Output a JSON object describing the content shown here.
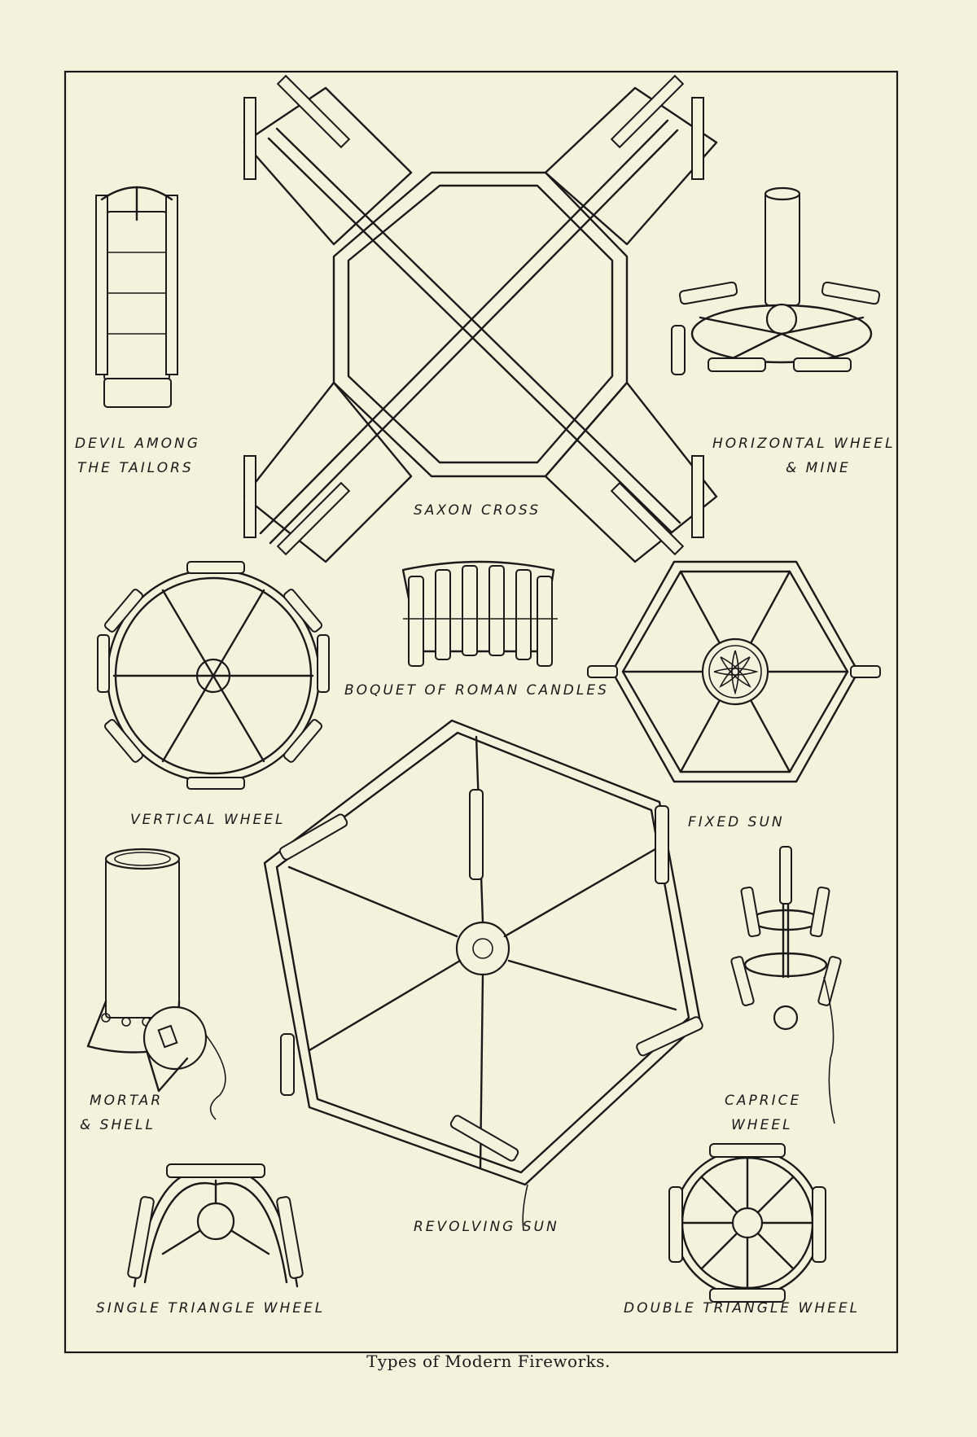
{
  "figure": {
    "caption": "Types of Modern Fireworks.",
    "labels": {
      "devil_among_the_tailors": [
        "DEVIL AMONG",
        "THE TAILORS"
      ],
      "saxon_cross": "SAXON CROSS",
      "horizontal_wheel_mine": [
        "HORIZONTAL WHEEL",
        "& MINE"
      ],
      "vertical_wheel": "VERTICAL WHEEL",
      "boquet_of_roman_candles": "BOQUET OF ROMAN CANDLES",
      "fixed_sun": "FIXED SUN",
      "mortar_shell": [
        "MORTAR",
        "& SHELL"
      ],
      "caprice_wheel": [
        "CAPRICE",
        "WHEEL"
      ],
      "revolving_sun": "REVOLVING SUN",
      "single_triangle_wheel": "SINGLE TRIANGLE WHEEL",
      "double_triangle_wheel": "DOUBLE TRIANGLE WHEEL"
    }
  },
  "colors": {
    "paper": "#f4f1dc",
    "ink": "#1a1a1a"
  }
}
